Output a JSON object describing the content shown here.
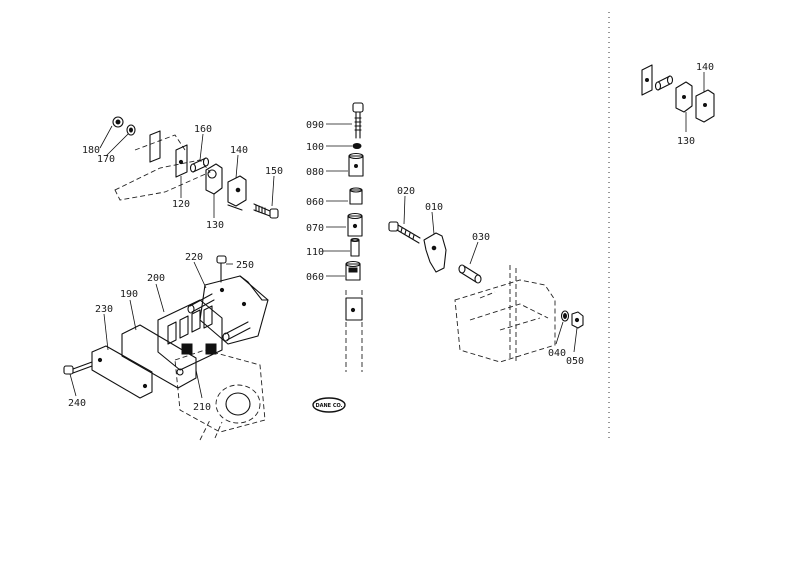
{
  "callouts": {
    "left_group": {
      "c180": "180",
      "c170": "170",
      "c160": "160",
      "c140": "140",
      "c150": "150",
      "c120": "120",
      "c130": "130"
    },
    "lower_left_group": {
      "c220": "220",
      "c250": "250",
      "c200": "200",
      "c190": "190",
      "c230": "230",
      "c240": "240",
      "c210": "210"
    },
    "center_stack": {
      "c090": "090",
      "c100": "100",
      "c080": "080",
      "c060a": "060",
      "c070": "070",
      "c110": "110",
      "c060b": "060"
    },
    "right_group": {
      "c020": "020",
      "c010": "010",
      "c030": "030",
      "c040": "040",
      "c050": "050"
    },
    "inset_group": {
      "c140": "140",
      "c130": "130"
    }
  },
  "stamp_text": "DANE CO."
}
